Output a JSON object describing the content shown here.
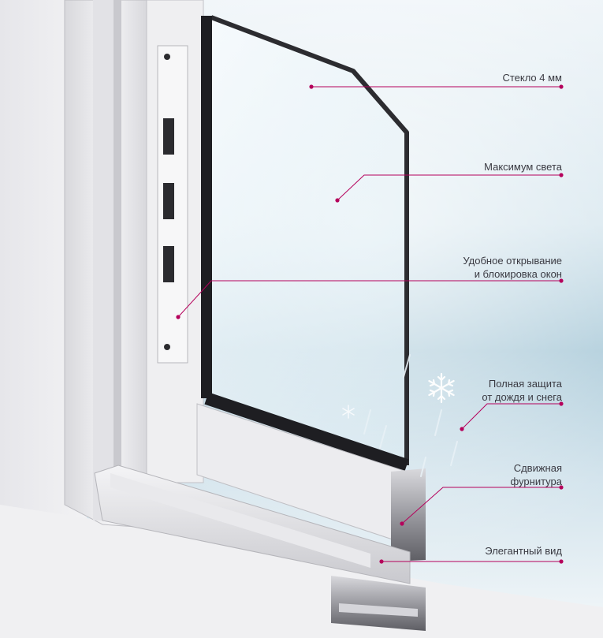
{
  "accent_color": "#b5005b",
  "callouts": [
    {
      "id": "glass",
      "lines": [
        "Стекло 4 мм"
      ]
    },
    {
      "id": "light",
      "lines": [
        "Максимум света"
      ]
    },
    {
      "id": "lock",
      "lines": [
        "Удобное открывание",
        "и блокировка окон"
      ]
    },
    {
      "id": "weather",
      "lines": [
        "Полная защита",
        "от дождя и снега"
      ]
    },
    {
      "id": "sliding",
      "lines": [
        "Сдвижная",
        "фурнитура"
      ]
    },
    {
      "id": "elegant",
      "lines": [
        "Элегантный вид"
      ]
    }
  ],
  "icons": [
    "snowflake-icon"
  ]
}
